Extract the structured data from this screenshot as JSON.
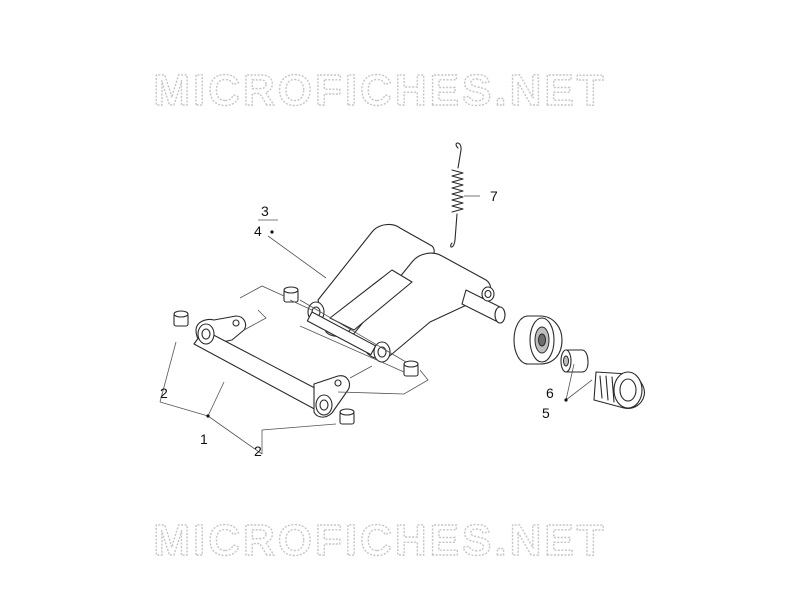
{
  "watermark": {
    "text": "MICROFICHES.NET"
  },
  "callouts": [
    "1",
    "2",
    "2",
    "3",
    "4",
    "5",
    "6",
    "7"
  ]
}
